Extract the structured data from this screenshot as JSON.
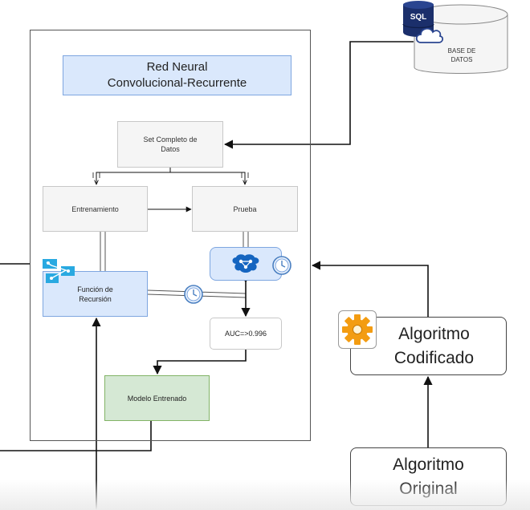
{
  "title": {
    "line1": "Red Neural",
    "line2": "Convolucional-Recurrente"
  },
  "nodes": {
    "full_dataset": {
      "line1": "Set Completo de",
      "line2": "Datos"
    },
    "training": "Entrenamiento",
    "test": "Prueba",
    "recursion": {
      "line1": "Función de",
      "line2": "Recursión"
    },
    "auc": "AUC=>0.996",
    "trained_model": "Modelo Entrenado"
  },
  "database": {
    "badge": "SQL",
    "label_line1": "BASE DE",
    "label_line2": "DATOS"
  },
  "algorithms": {
    "coded": {
      "line1": "Algoritmo",
      "line2": "Codificado"
    },
    "original": {
      "line1": "Algoritmo",
      "line2": "Original"
    }
  },
  "icons": {
    "database": "database-cylinder-icon",
    "sql": "sql-badge-icon",
    "cloud": "cloud-icon",
    "network": "network-flow-icon",
    "ai_brain": "ai-brain-icon",
    "clock": "clock-icon",
    "gear": "gear-icon"
  },
  "colors": {
    "blue_fill": "#dae8fc",
    "blue_border": "#7ea6e0",
    "green_fill": "#d5e8d4",
    "green_border": "#82b366",
    "grey_fill": "#f5f5f5",
    "sql_navy": "#1b2f6b",
    "ai_blue": "#1565c0"
  }
}
